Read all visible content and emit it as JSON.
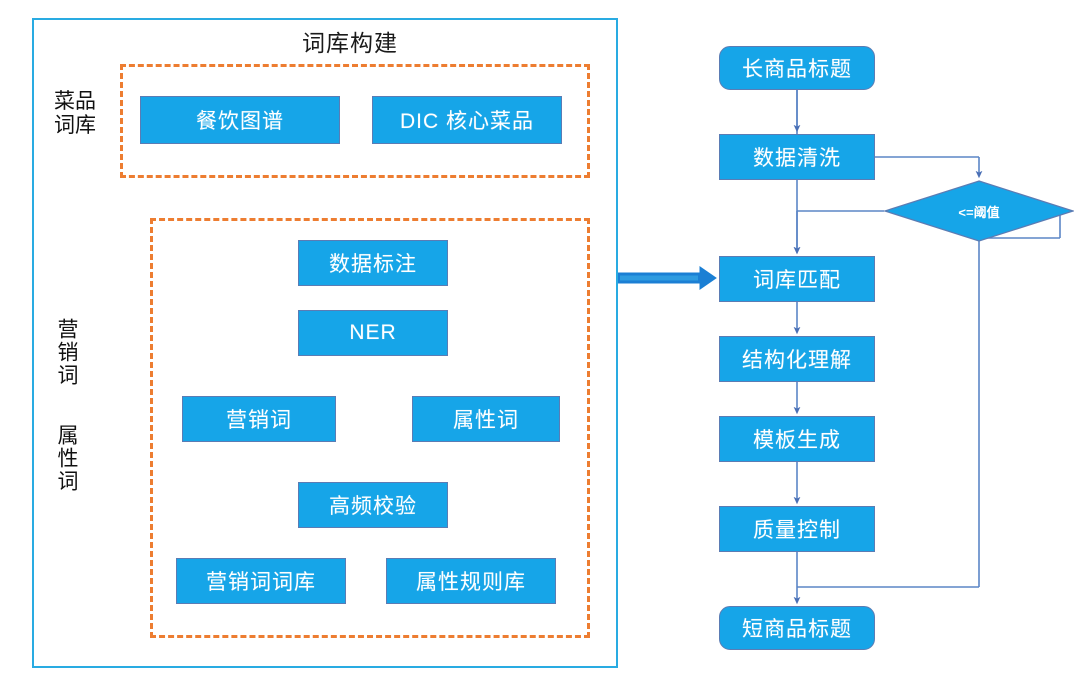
{
  "diagram": {
    "title": "词库构建",
    "left_panel": {
      "side_labels": {
        "dish": "菜品\n词库",
        "marketing": "营销词",
        "attribute": "属性词"
      },
      "group_dish": {
        "nodes": [
          {
            "id": "cygp",
            "label": "餐饮图谱"
          },
          {
            "id": "dic",
            "label": "DIC 核心菜品"
          }
        ]
      },
      "group_marketing": {
        "nodes": [
          {
            "id": "sjbz",
            "label": "数据标注"
          },
          {
            "id": "ner",
            "label": "NER"
          },
          {
            "id": "yxc",
            "label": "营销词"
          },
          {
            "id": "sxc",
            "label": "属性词"
          },
          {
            "id": "gpjy",
            "label": "高频校验"
          },
          {
            "id": "yxcck",
            "label": "营销词词库"
          },
          {
            "id": "sxgzk",
            "label": "属性规则库"
          }
        ]
      }
    },
    "right_flow": {
      "nodes": [
        {
          "id": "long",
          "label": "长商品标题",
          "shape": "terminator"
        },
        {
          "id": "qingxi",
          "label": "数据清洗",
          "shape": "process"
        },
        {
          "id": "diamond",
          "label": "<=阈值",
          "shape": "decision"
        },
        {
          "id": "match",
          "label": "词库匹配",
          "shape": "process"
        },
        {
          "id": "struct",
          "label": "结构化理解",
          "shape": "process"
        },
        {
          "id": "tmpl",
          "label": "模板生成",
          "shape": "process"
        },
        {
          "id": "qc",
          "label": "质量控制",
          "shape": "process"
        },
        {
          "id": "short",
          "label": "短商品标题",
          "shape": "terminator"
        }
      ]
    },
    "colors": {
      "node_fill": "#16A5E8",
      "node_border": "#5B7CB4",
      "panel_border": "#29ABE2",
      "group_dashed": "#ED7D31",
      "connector": "#5B85C6",
      "title_text": "#1a1a1a",
      "node_text": "#ffffff"
    }
  }
}
